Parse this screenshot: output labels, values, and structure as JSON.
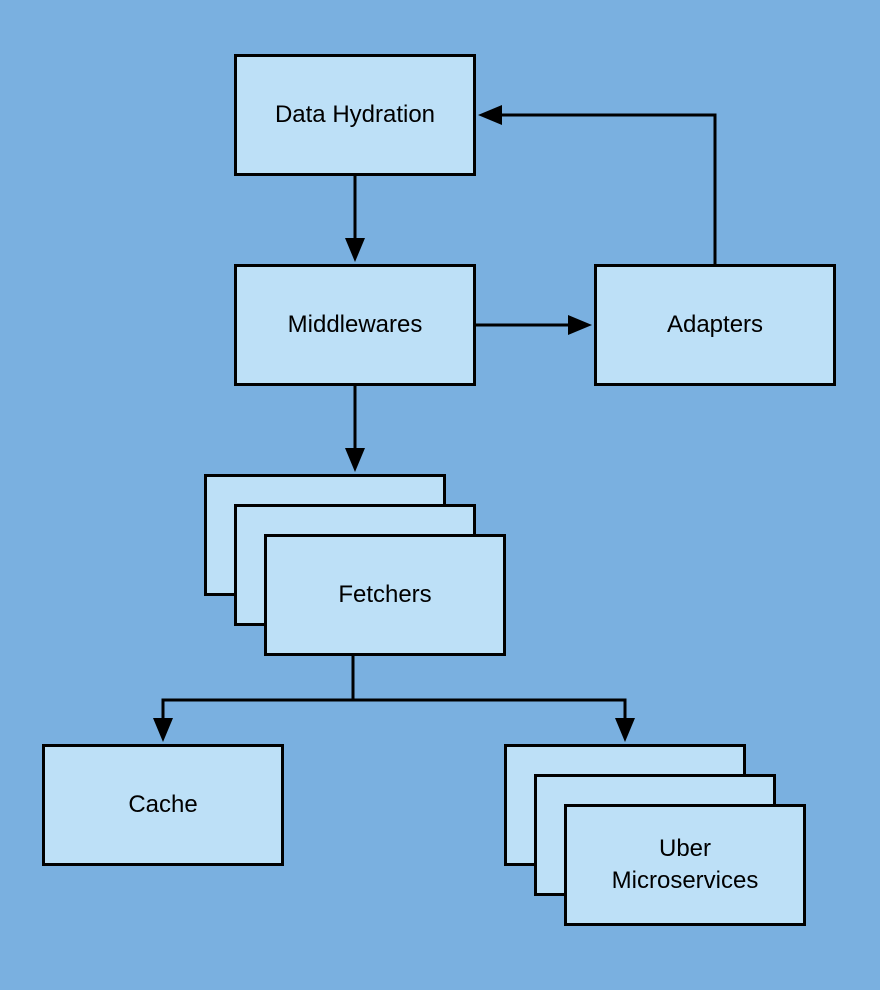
{
  "colors": {
    "background": "#7ab0e0",
    "box_fill": "#bde0f7",
    "stroke": "#000000"
  },
  "nodes": {
    "data_hydration": "Data Hydration",
    "middlewares": "Middlewares",
    "adapters": "Adapters",
    "fetchers": "Fetchers",
    "cache": "Cache",
    "uber_microservices_line1": "Uber",
    "uber_microservices_line2": "Microservices"
  }
}
